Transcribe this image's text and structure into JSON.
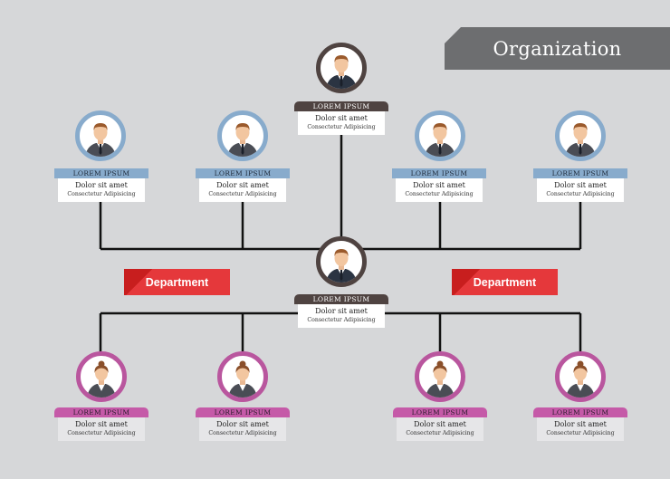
{
  "title": "Organization",
  "department_label": "Department",
  "card": {
    "name": "LOREM IPSUM",
    "line1": "Dolor sit amet",
    "line2": "Consectetur Adipisicing"
  },
  "colors": {
    "background": "#d6d7d9",
    "banner": "#6d6e70",
    "department": "#e5383b",
    "blue": "#88abcc",
    "brown": "#4f4341",
    "pink": "#c55aa8",
    "line": "#111111"
  },
  "nodes": {
    "top": {
      "name": "LOREM IPSUM",
      "line1": "Dolor sit amet",
      "line2": "Consectetur Adipisicing"
    },
    "upper_1": {
      "name": "LOREM IPSUM",
      "line1": "Dolor sit amet",
      "line2": "Consectetur Adipisicing"
    },
    "upper_2": {
      "name": "LOREM IPSUM",
      "line1": "Dolor sit amet",
      "line2": "Consectetur Adipisicing"
    },
    "upper_3": {
      "name": "LOREM IPSUM",
      "line1": "Dolor sit amet",
      "line2": "Consectetur Adipisicing"
    },
    "upper_4": {
      "name": "LOREM IPSUM",
      "line1": "Dolor sit amet",
      "line2": "Consectetur Adipisicing"
    },
    "middle": {
      "name": "LOREM IPSUM",
      "line1": "Dolor sit amet",
      "line2": "Consectetur Adipisicing"
    },
    "lower_1": {
      "name": "LOREM IPSUM",
      "line1": "Dolor sit amet",
      "line2": "Consectetur Adipisicing"
    },
    "lower_2": {
      "name": "LOREM IPSUM",
      "line1": "Dolor sit amet",
      "line2": "Consectetur Adipisicing"
    },
    "lower_3": {
      "name": "LOREM IPSUM",
      "line1": "Dolor sit amet",
      "line2": "Consectetur Adipisicing"
    },
    "lower_4": {
      "name": "LOREM IPSUM",
      "line1": "Dolor sit amet",
      "line2": "Consectetur Adipisicing"
    }
  }
}
